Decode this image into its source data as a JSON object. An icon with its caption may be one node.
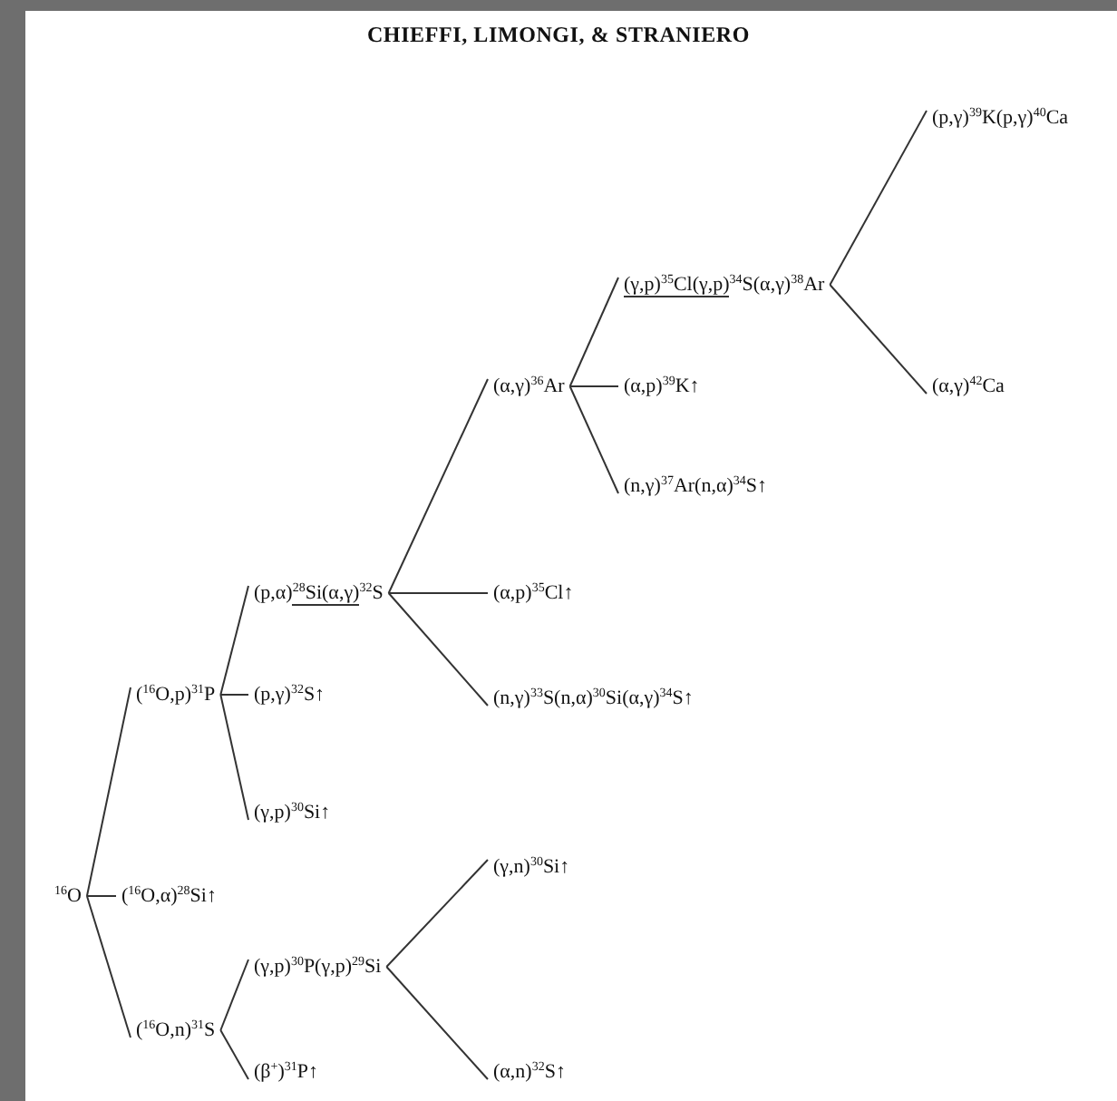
{
  "diagram": {
    "title": "CHIEFFI, LIMONGI, & STRANIERO",
    "nodes": [
      {
        "text": [
          "$^{16}$O"
        ]
      },
      {
        "text": [
          "($^{16}$O,p)$^{31}$P"
        ]
      },
      {
        "text": [
          "($^{16}$O,α)$^{28}$Si↑"
        ]
      },
      {
        "text": [
          "($^{16}$O,n)$^{31}$S"
        ]
      },
      {
        "text": [
          "(p,α)",
          "$^{28}$Si(α,γ)",
          "$^{32}$S"
        ]
      },
      {
        "text": [
          "(p,γ)$^{32}$S↑"
        ]
      },
      {
        "text": [
          "(γ,p)$^{30}$Si↑"
        ]
      },
      {
        "text": [
          "(γ,p)$^{30}$P(γ,p)$^{29}$Si"
        ]
      },
      {
        "text": [
          "(β$^{+}$)$^{31}$P↑"
        ]
      },
      {
        "text": [
          "(α,γ)$^{36}$Ar"
        ]
      },
      {
        "text": [
          "(α,p)$^{35}$Cl↑"
        ]
      },
      {
        "text": [
          "(n,γ)$^{33}$S(n,α)$^{30}$Si(α,γ)$^{34}$S↑"
        ]
      },
      {
        "text": [
          "(γ,n)$^{30}$Si↑"
        ]
      },
      {
        "text": [
          "(α,n)$^{32}$S↑"
        ]
      },
      {
        "text": [
          "(γ,p)$^{35}$Cl(γ,p)",
          "$^{34}$S(α,γ)$^{38}$Ar"
        ]
      },
      {
        "text": [
          "(α,p)$^{39}$K↑"
        ]
      },
      {
        "text": [
          "(n,γ)$^{37}$Ar(n,α)$^{34}$S↑"
        ]
      },
      {
        "text": [
          "(p,γ)$^{39}$K(p,γ)$^{40}$Ca"
        ]
      },
      {
        "text": [
          "(α,γ)$^{42}$Ca"
        ]
      }
    ],
    "edges": [
      {
        "from": 0,
        "to": 1,
        "arrow": "none"
      },
      {
        "from": 0,
        "to": 2,
        "arrow": "none"
      },
      {
        "from": 0,
        "to": 3,
        "arrow": "none"
      },
      {
        "from": 1,
        "to": 4,
        "arrow": "none"
      },
      {
        "from": 1,
        "to": 5,
        "arrow": "none"
      },
      {
        "from": 1,
        "to": 6,
        "arrow": "none"
      },
      {
        "from": 3,
        "to": 7,
        "arrow": "none"
      },
      {
        "from": 3,
        "to": 8,
        "arrow": "none"
      },
      {
        "from": 4,
        "to": 9,
        "arrow": "none"
      },
      {
        "from": 4,
        "to": 10,
        "arrow": "none"
      },
      {
        "from": 4,
        "to": 11,
        "arrow": "none"
      },
      {
        "from": 7,
        "to": 12,
        "arrow": "none"
      },
      {
        "from": 7,
        "to": 13,
        "arrow": "none"
      },
      {
        "from": 9,
        "to": 14,
        "arrow": "none"
      },
      {
        "from": 9,
        "to": 15,
        "arrow": "none"
      },
      {
        "from": 9,
        "to": 16,
        "arrow": "none"
      },
      {
        "from": 14,
        "to": 17,
        "arrow": "none"
      },
      {
        "from": 14,
        "to": 18,
        "arrow": "none"
      }
    ]
  }
}
